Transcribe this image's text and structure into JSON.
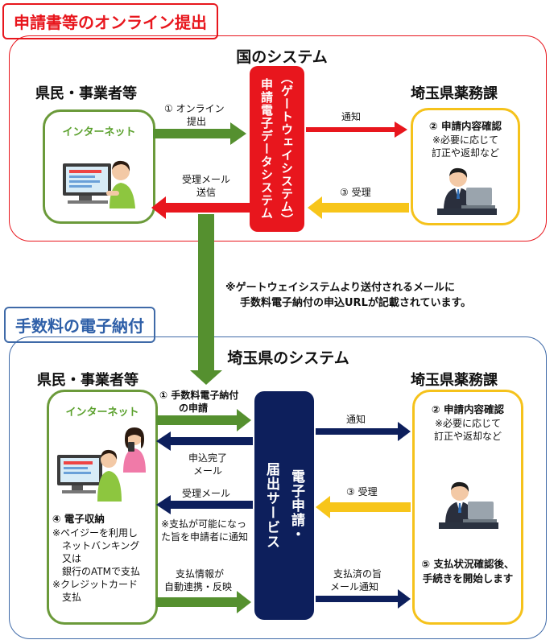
{
  "section1": {
    "title": "申請書等のオンライン提出"
  },
  "national": {
    "title": "国のシステム",
    "left_actor": "県民・事業者等",
    "right_actor": "埼玉県薬務課",
    "internet_label": "インターネット",
    "gateway_line1": "申請電子データシステム",
    "gateway_line2": "（ゲートウェイシステム）",
    "arrow1_line1": "① オンライン",
    "arrow1_line2": "提出",
    "notify": "通知",
    "receive": "③ 受理",
    "mail_line1": "受理メール",
    "mail_line2": "送信",
    "review_title": "② 申請内容確認",
    "review_line1": "※必要に応じて",
    "review_line2": "訂正や返却など"
  },
  "note": {
    "line1": "※ゲートウェイシステムより送付されるメールに",
    "line2": "手数料電子納付の申込URLが記載されています。"
  },
  "section2": {
    "title": "手数料の電子納付"
  },
  "saitama": {
    "title": "埼玉県のシステム",
    "left_actor": "県民・事業者等",
    "right_actor": "埼玉県薬務課",
    "internet_label": "インターネット",
    "service_line1": "電子申請・",
    "service_line2": "届出サービス",
    "a1_line1": "① 手数料電子納付",
    "a1_line2": "の申請",
    "notify": "通知",
    "done_line1": "申込完了",
    "done_line2": "メール",
    "accept_mail": "受理メール",
    "receive": "③ 受理",
    "paynote_line1": "※支払が可能になっ",
    "paynote_line2": "た旨を申請者に通知",
    "payinfo_line1": "支払情報が",
    "payinfo_line2": "自動連携・反映",
    "paid_line1": "支払済の旨",
    "paid_line2": "メール通知",
    "pay_title": "④ 電子収納",
    "pay_line1": "※ペイジーを利用し",
    "pay_line2": "ネットバンキング",
    "pay_line3": "又は",
    "pay_line4": "銀行のATMで支払",
    "pay_line5": "※クレジットカード",
    "pay_line6": "支払",
    "review_title": "② 申請内容確認",
    "review_line1": "※必要に応じて",
    "review_line2": "訂正や返却など",
    "start_line1": "⑤ 支払状況確認後、",
    "start_line2": "手続きを開始します"
  },
  "colors": {
    "red": "#e8161d",
    "navy": "#0d1f5c",
    "green": "#55902f",
    "yellow": "#f7c51a",
    "box_green": "#6b9a3a",
    "box_yellow": "#f5c21b",
    "panel_blue": "#3f6aa8"
  }
}
